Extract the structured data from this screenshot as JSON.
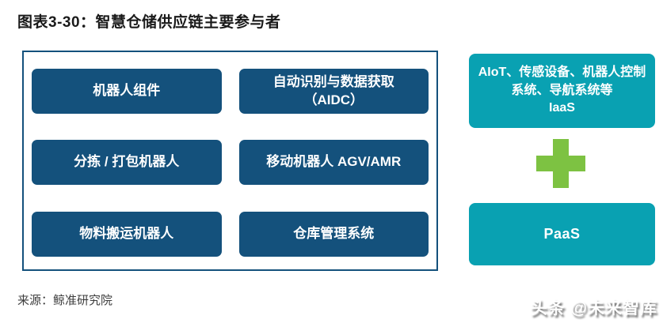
{
  "title": "图表3-30：智慧仓储供应链主要参与者",
  "colors": {
    "navy": "#14517C",
    "teal": "#09A1B2",
    "green": "#7DC242"
  },
  "supply_chain": {
    "items": [
      {
        "label": "机器人组件",
        "sub": ""
      },
      {
        "label": "自动识别与数据获取",
        "sub": "（AIDC）"
      },
      {
        "label": "分拣 / 打包机器人",
        "sub": ""
      },
      {
        "label": "移动机器人 AGV/AMR",
        "sub": ""
      },
      {
        "label": "物料搬运机器人",
        "sub": ""
      },
      {
        "label": "仓库管理系统",
        "sub": ""
      }
    ]
  },
  "cloud_layers": {
    "iaas_label": "AIoT、传感设备、机器人控制系统、导航系统等",
    "iaas_sub": "IaaS",
    "plus_icon": "+",
    "paas_label": "PaaS"
  },
  "source": "来源：鲸准研究院",
  "watermark": "头条 @未来智库"
}
